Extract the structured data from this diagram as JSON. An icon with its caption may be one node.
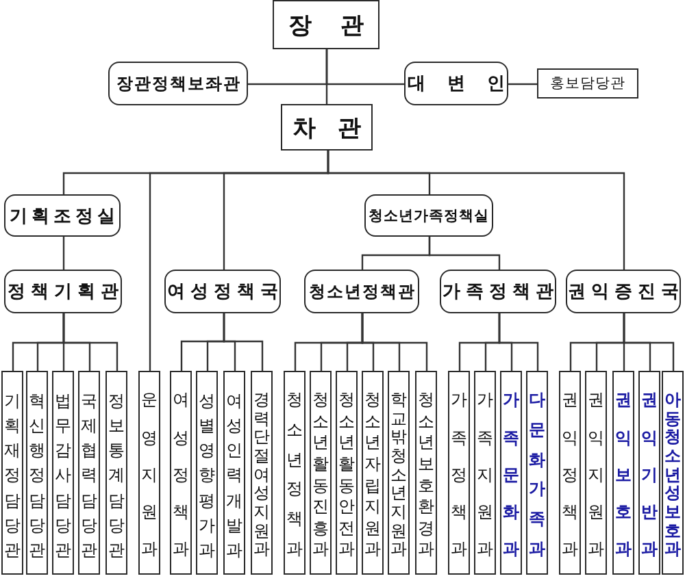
{
  "diagram": {
    "nodes": [
      {
        "text": [
          "장관"
        ]
      },
      {
        "text": [
          "장관정책보좌관"
        ]
      },
      {
        "text": [
          "대변인"
        ]
      },
      {
        "text": [
          "홍보담당관"
        ]
      },
      {
        "text": [
          "차관"
        ]
      },
      {
        "text": [
          "기획조정실"
        ]
      },
      {
        "text": [
          "청소년가족정책실"
        ]
      },
      {
        "text": [
          "정책기획관"
        ]
      },
      {
        "text": [
          "여성정책국"
        ]
      },
      {
        "text": [
          "청소년정책관"
        ]
      },
      {
        "text": [
          "가족정책관"
        ]
      },
      {
        "text": [
          "권익증진국"
        ]
      },
      {
        "text": [
          "기획재정담당관"
        ]
      },
      {
        "text": [
          "혁신행정담당관"
        ]
      },
      {
        "text": [
          "법무감사담당관"
        ]
      },
      {
        "text": [
          "국제협력담당관"
        ]
      },
      {
        "text": [
          "정보통계담당관"
        ]
      },
      {
        "text": [
          "운영지원과"
        ]
      },
      {
        "text": [
          "여성정책과"
        ]
      },
      {
        "text": [
          "성별영향평가과"
        ]
      },
      {
        "text": [
          "여성인력개발과"
        ]
      },
      {
        "text": [
          "경력단절여성지원과"
        ]
      },
      {
        "text": [
          "청소년정책과"
        ]
      },
      {
        "text": [
          "청소년활동진흥과"
        ]
      },
      {
        "text": [
          "청소년활동안전과"
        ]
      },
      {
        "text": [
          "청소년자립지원과"
        ]
      },
      {
        "text": [
          "학교밖청소년지원과"
        ]
      },
      {
        "text": [
          "청소년보호환경과"
        ]
      },
      {
        "text": [
          "가족정책과"
        ]
      },
      {
        "text": [
          "가족지원과"
        ]
      },
      {
        "text": [
          "가족문화과"
        ]
      },
      {
        "text": [
          "다문화가족과"
        ]
      },
      {
        "text": [
          "권익정책과"
        ]
      },
      {
        "text": [
          "권익지원과"
        ]
      },
      {
        "text": [
          "권익보호과"
        ]
      },
      {
        "text": [
          "권익기반과"
        ]
      },
      {
        "text": [
          "아동청소년성보호과"
        ]
      }
    ],
    "edges": [
      {
        "from": 0,
        "to": 1,
        "arrow": "none"
      },
      {
        "from": 0,
        "to": 2,
        "arrow": "none"
      },
      {
        "from": 2,
        "to": 3,
        "arrow": "none"
      },
      {
        "from": 0,
        "to": 4,
        "arrow": "none"
      },
      {
        "from": 4,
        "to": 5,
        "arrow": "none"
      },
      {
        "from": 4,
        "to": 17,
        "arrow": "none"
      },
      {
        "from": 4,
        "to": 8,
        "arrow": "none"
      },
      {
        "from": 4,
        "to": 6,
        "arrow": "none"
      },
      {
        "from": 4,
        "to": 11,
        "arrow": "none"
      },
      {
        "from": 5,
        "to": 7,
        "arrow": "none"
      },
      {
        "from": 6,
        "to": 9,
        "arrow": "none"
      },
      {
        "from": 6,
        "to": 10,
        "arrow": "none"
      },
      {
        "from": 7,
        "to": 12,
        "arrow": "none"
      },
      {
        "from": 7,
        "to": 13,
        "arrow": "none"
      },
      {
        "from": 7,
        "to": 14,
        "arrow": "none"
      },
      {
        "from": 7,
        "to": 15,
        "arrow": "none"
      },
      {
        "from": 7,
        "to": 16,
        "arrow": "none"
      },
      {
        "from": 8,
        "to": 18,
        "arrow": "none"
      },
      {
        "from": 8,
        "to": 19,
        "arrow": "none"
      },
      {
        "from": 8,
        "to": 20,
        "arrow": "none"
      },
      {
        "from": 8,
        "to": 21,
        "arrow": "none"
      },
      {
        "from": 9,
        "to": 22,
        "arrow": "none"
      },
      {
        "from": 9,
        "to": 23,
        "arrow": "none"
      },
      {
        "from": 9,
        "to": 24,
        "arrow": "none"
      },
      {
        "from": 9,
        "to": 25,
        "arrow": "none"
      },
      {
        "from": 9,
        "to": 26,
        "arrow": "none"
      },
      {
        "from": 9,
        "to": 27,
        "arrow": "none"
      },
      {
        "from": 10,
        "to": 28,
        "arrow": "none"
      },
      {
        "from": 10,
        "to": 29,
        "arrow": "none"
      },
      {
        "from": 10,
        "to": 30,
        "arrow": "none"
      },
      {
        "from": 10,
        "to": 31,
        "arrow": "none"
      },
      {
        "from": 11,
        "to": 32,
        "arrow": "none"
      },
      {
        "from": 11,
        "to": 33,
        "arrow": "none"
      },
      {
        "from": 11,
        "to": 34,
        "arrow": "none"
      },
      {
        "from": 11,
        "to": 35,
        "arrow": "none"
      },
      {
        "from": 11,
        "to": 36,
        "arrow": "none"
      }
    ]
  }
}
